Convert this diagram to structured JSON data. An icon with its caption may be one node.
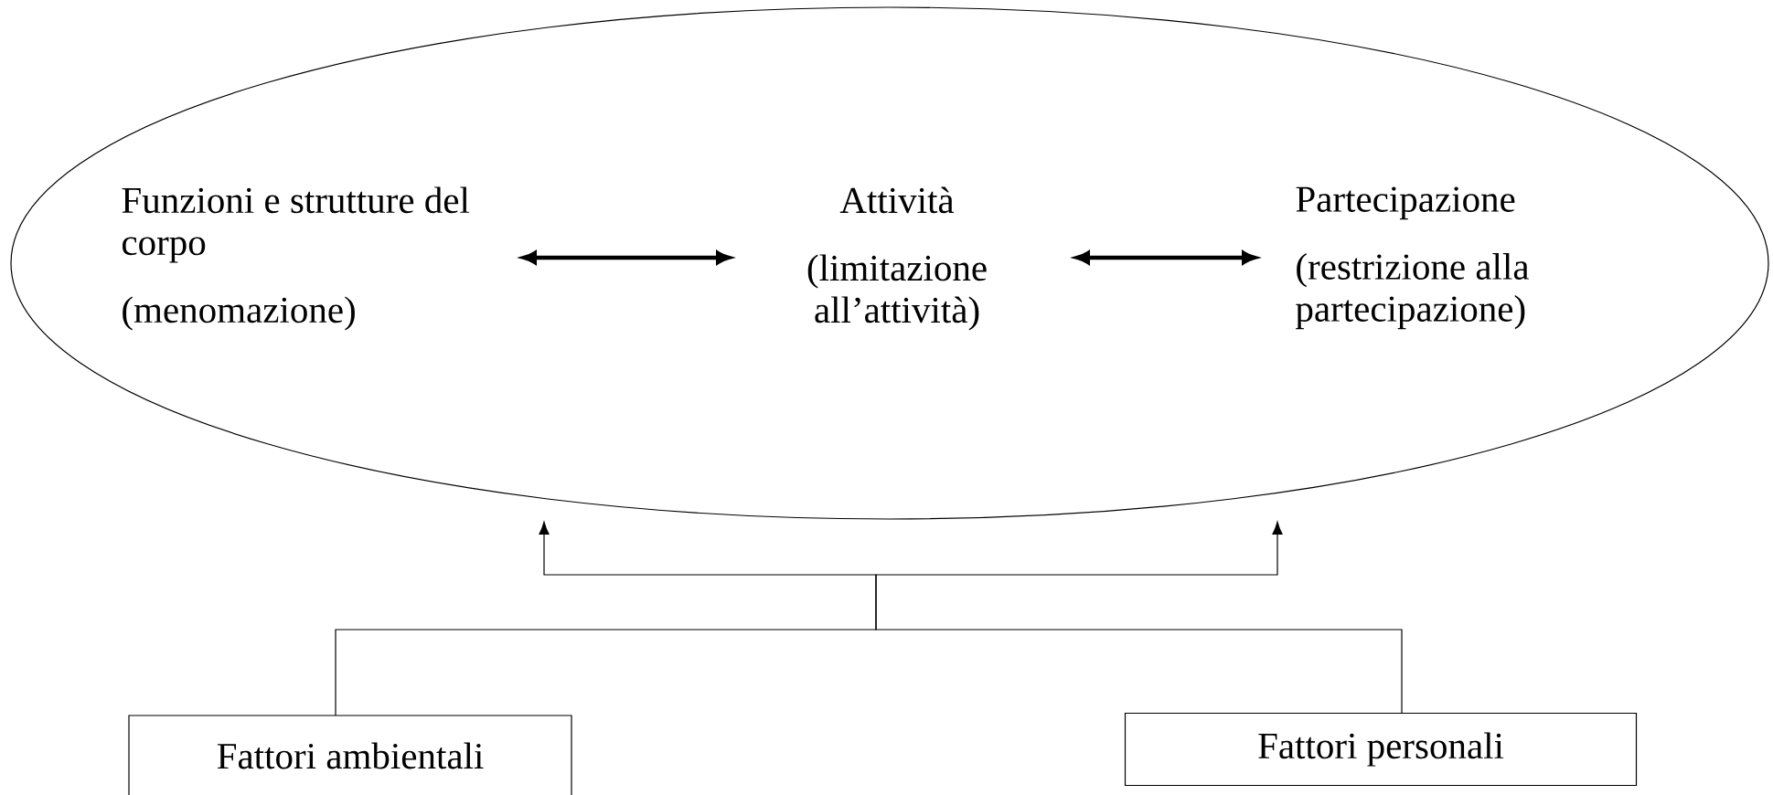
{
  "diagram": {
    "nodes": [
      {
        "text": [],
        "shape": "ellipse"
      },
      {
        "text": [
          "Funzioni e strutture del corpo",
          "(menomazione)"
        ],
        "in": 0
      },
      {
        "text": [
          "Attività",
          "(limitazione all’attività)"
        ],
        "in": 0
      },
      {
        "text": [
          "Partecipazione",
          "(restrizione alla partecipazione)"
        ],
        "in": 0
      },
      {
        "text": [
          "Fattori ambientali"
        ]
      },
      {
        "text": [
          "Fattori personali"
        ]
      }
    ],
    "edges": [
      {
        "from": 1,
        "to": 2,
        "arrow": "both",
        "style": "thick"
      },
      {
        "from": 2,
        "to": 3,
        "arrow": "both",
        "style": "thick"
      },
      {
        "from": 4,
        "to": 0,
        "arrow": "to"
      },
      {
        "from": 5,
        "to": 0,
        "arrow": "to"
      }
    ]
  }
}
